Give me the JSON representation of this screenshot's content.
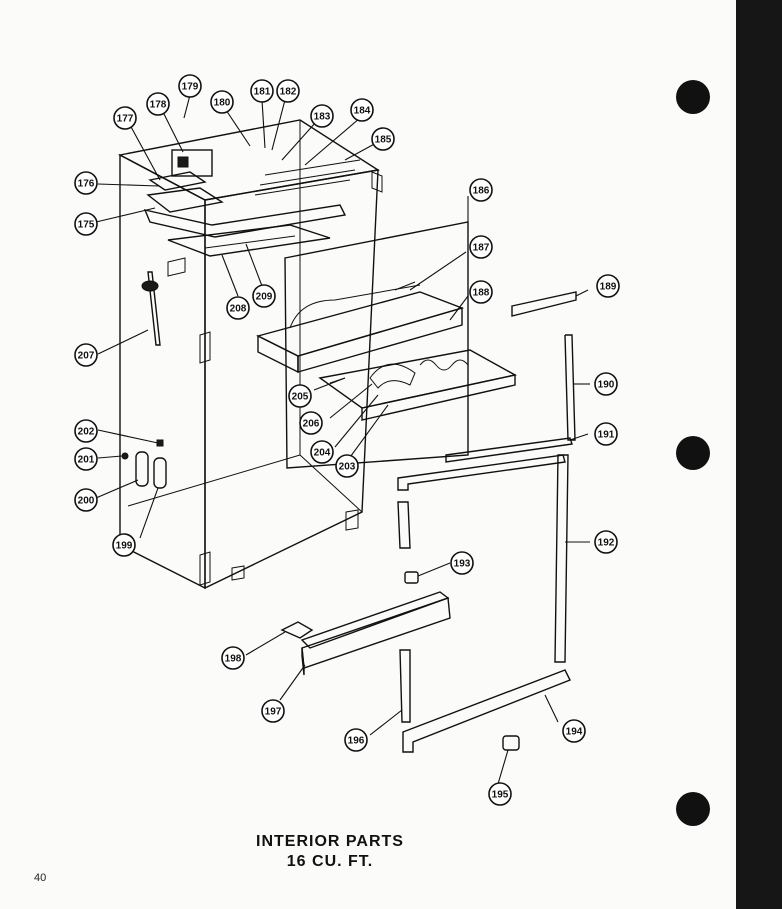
{
  "title": {
    "line1": "INTERIOR PARTS",
    "line2": "16 CU. FT."
  },
  "page_number": "40",
  "callouts": [
    "175",
    "176",
    "177",
    "178",
    "179",
    "180",
    "181",
    "182",
    "183",
    "184",
    "185",
    "186",
    "187",
    "188",
    "189",
    "190",
    "191",
    "192",
    "193",
    "194",
    "195",
    "196",
    "197",
    "198",
    "199",
    "200",
    "201",
    "202",
    "203",
    "204",
    "205",
    "206",
    "207",
    "208",
    "209"
  ]
}
